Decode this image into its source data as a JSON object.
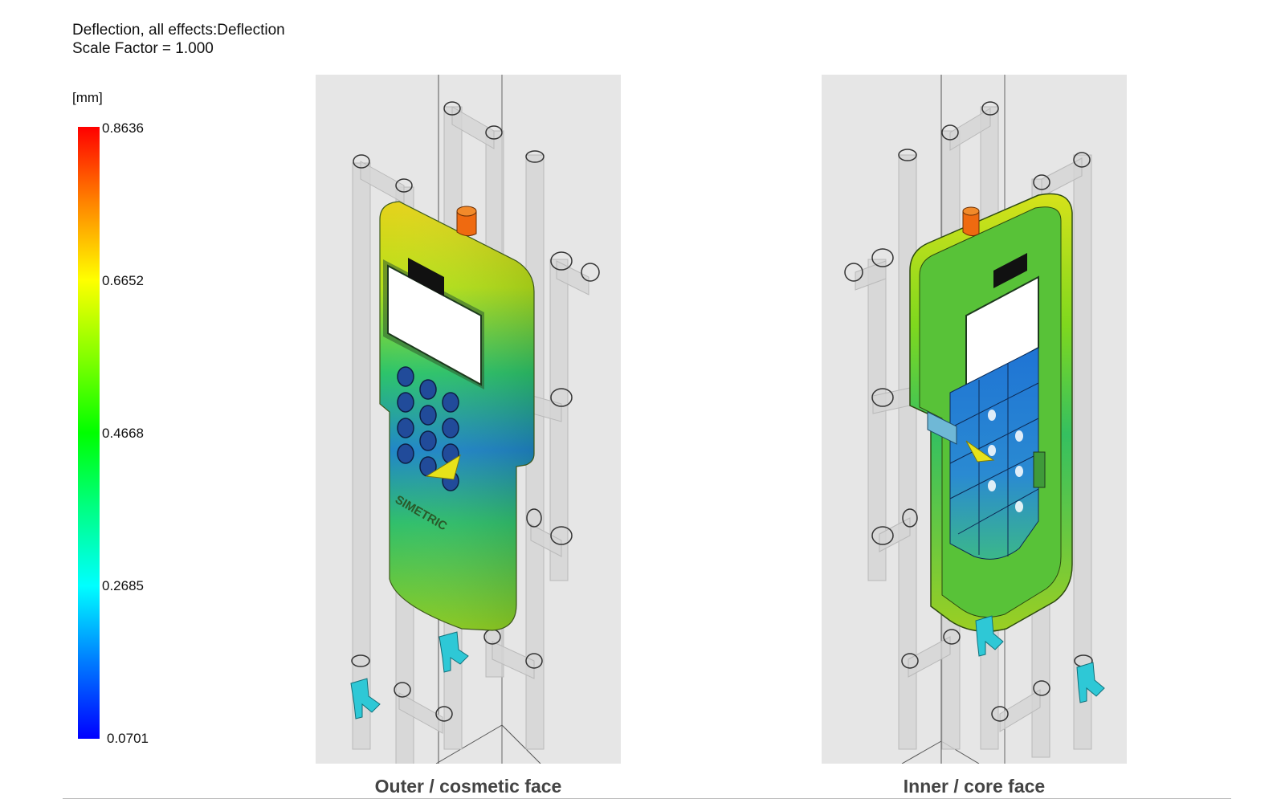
{
  "header": {
    "result_title": "Deflection, all effects:Deflection",
    "scale_factor": "Scale Factor = 1.000"
  },
  "legend": {
    "unit": "[mm]",
    "ticks": [
      "0.8636",
      "0.6652",
      "0.4668",
      "0.2685",
      "0.0701"
    ],
    "colormap": [
      "#ff0000",
      "#ff8000",
      "#ffff00",
      "#80ff00",
      "#00ff00",
      "#00ff80",
      "#00ffff",
      "#0080ff",
      "#0000ff"
    ]
  },
  "views": {
    "outer": {
      "caption": "Outer / cosmetic face",
      "logo_text": "SIMETRIC"
    },
    "inner": {
      "caption": "Inner / core face"
    }
  },
  "colors": {
    "panel_background": "#e6e6e6",
    "caption_text": "#444444",
    "gate_color": "#2ec8d6"
  }
}
